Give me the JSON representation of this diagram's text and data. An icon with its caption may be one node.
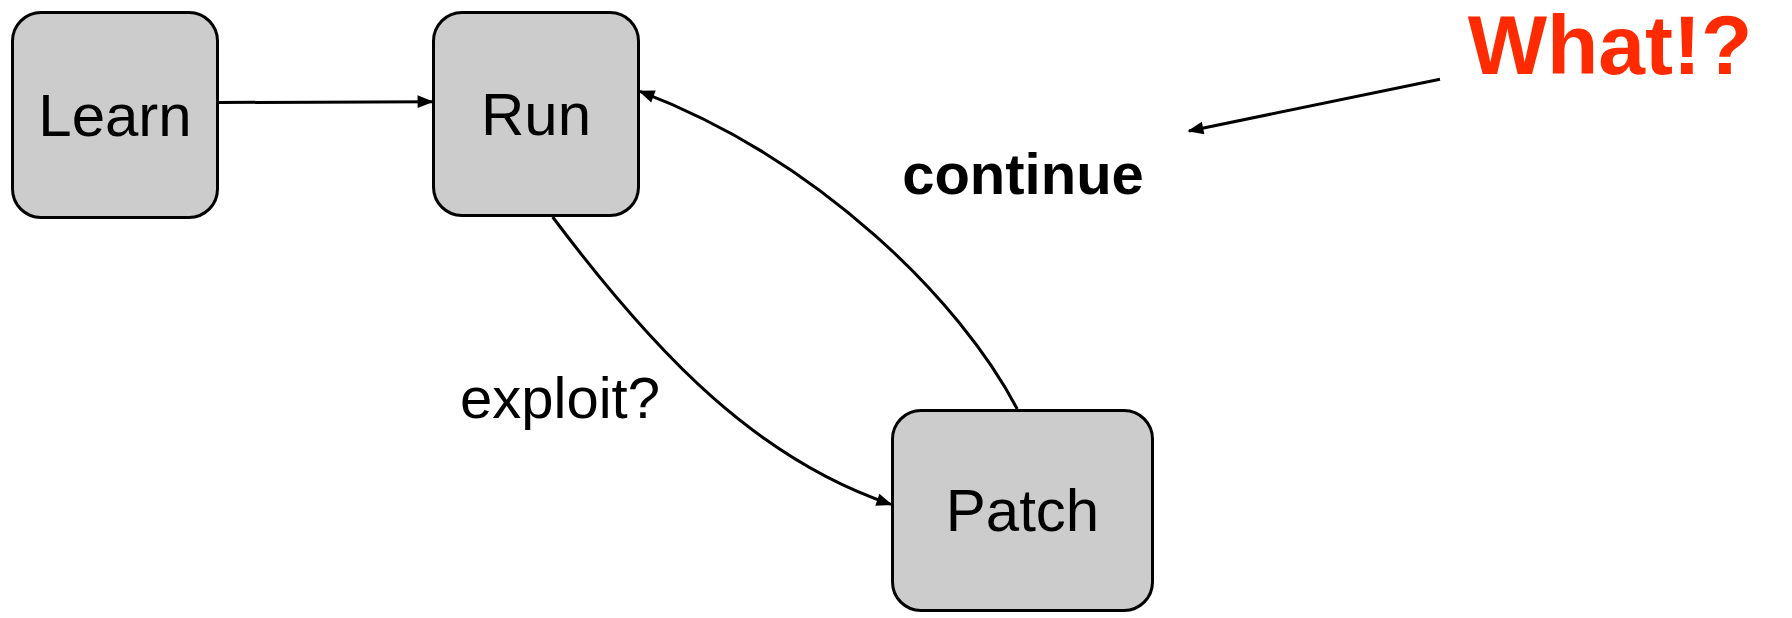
{
  "diagram": {
    "nodes": [
      {
        "text": [
          "Learn"
        ]
      },
      {
        "text": [
          "Run"
        ]
      },
      {
        "text": [
          "Patch"
        ]
      },
      {
        "text": [
          "What!?"
        ]
      }
    ],
    "edges": [
      {
        "from": 0,
        "to": 1,
        "arrow": "to"
      },
      {
        "from": 1,
        "to": 2,
        "arrow": "to",
        "label": "exploit?"
      },
      {
        "from": 2,
        "to": 1,
        "arrow": "to",
        "label": "continue"
      },
      {
        "from": 3,
        "to": null,
        "arrow": "to",
        "color": "#000000"
      }
    ]
  }
}
